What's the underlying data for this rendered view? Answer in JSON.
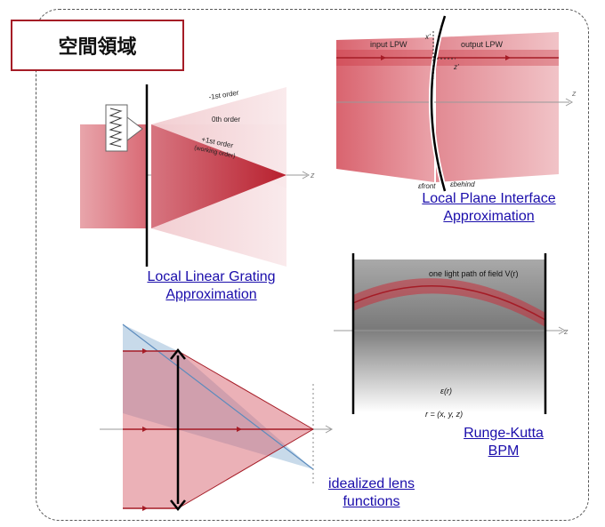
{
  "title": "空間領域",
  "captions": {
    "grating_line1": "Local Linear Grating",
    "grating_line2": "Approximation",
    "interface_line1": "Local Plane Interface",
    "interface_line2": "Approximation",
    "rk_line1": "Runge-Kutta",
    "rk_line2": "BPM",
    "lens_line1": "idealized lens",
    "lens_line2": "functions"
  },
  "grating": {
    "order_minus1": "-1st order",
    "order_0": "0th order",
    "order_plus1": "+1st order",
    "working": "(working order)",
    "axis": "z"
  },
  "interface": {
    "input": "input LPW",
    "output": "output LPW",
    "x_prime": "x'",
    "z_prime": "z'",
    "eps_front": "εfront",
    "eps_behind": "εbehind",
    "axis": "z"
  },
  "rk": {
    "path_label": "one light path of field V(r)",
    "eps_label": "ε(r)",
    "r_label": "r = (x, y, z)",
    "axis": "z"
  },
  "colors": {
    "accent": "#a51c26",
    "link": "#1a0dab",
    "red_beam": "#c8303c",
    "blue_beam": "#9bbcd8"
  }
}
